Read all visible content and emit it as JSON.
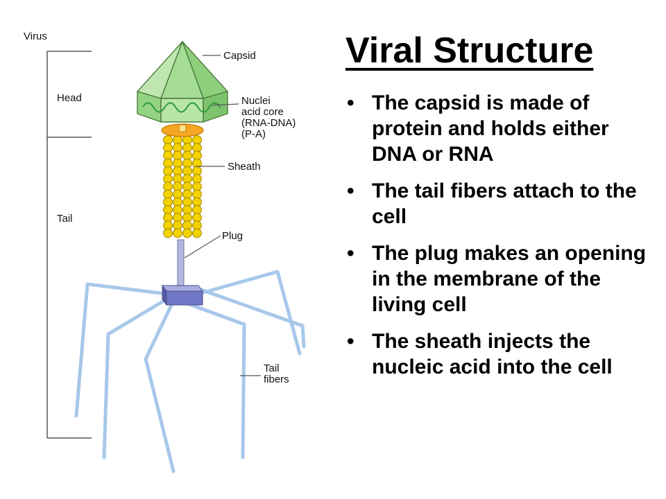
{
  "title": "Viral Structure",
  "bullets": [
    "The capsid is made of protein and holds either DNA or RNA",
    "The tail fibers attach to the cell",
    "The plug makes an opening in the membrane of the living cell",
    "The sheath injects the nucleic acid into the cell"
  ],
  "diagram": {
    "labels": {
      "virus": "Virus",
      "head": "Head",
      "tail": "Tail",
      "capsid": "Capsid",
      "nuclei_1": "Nuclei",
      "nuclei_2": "acid core",
      "nuclei_3": "(RNA-DNA)",
      "nuclei_4": "(P-A)",
      "sheath": "Sheath",
      "plug": "Plug",
      "fibers_1": "Tail",
      "fibers_2": "fibers"
    },
    "colors": {
      "capsid_light": "#cdeec0",
      "capsid_mid": "#a5dd95",
      "capsid_dark": "#7ec46e",
      "helix": "#2e9a3a",
      "collar": "#f5a623",
      "sheath": "#f2d200",
      "plug": "#8088cc",
      "fibers": "#a8c8ea",
      "leader": "#555555"
    }
  }
}
